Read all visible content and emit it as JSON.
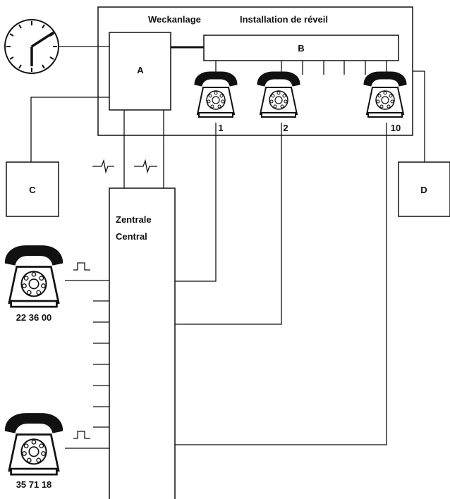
{
  "install_title_de": "Weckanlage",
  "install_title_fr": "Installation de réveil",
  "box_a": "A",
  "box_b": "B",
  "box_c": "C",
  "box_d": "D",
  "central_de": "Zentrale",
  "central_fr": "Central",
  "extension_labels": [
    "1",
    "2",
    "10"
  ],
  "subscriber_numbers": [
    "22 36 00",
    "35 71 18"
  ],
  "icons": [
    "clock-icon",
    "telephone-icon",
    "pulse-signal-icon",
    "spike-signal-icon"
  ]
}
